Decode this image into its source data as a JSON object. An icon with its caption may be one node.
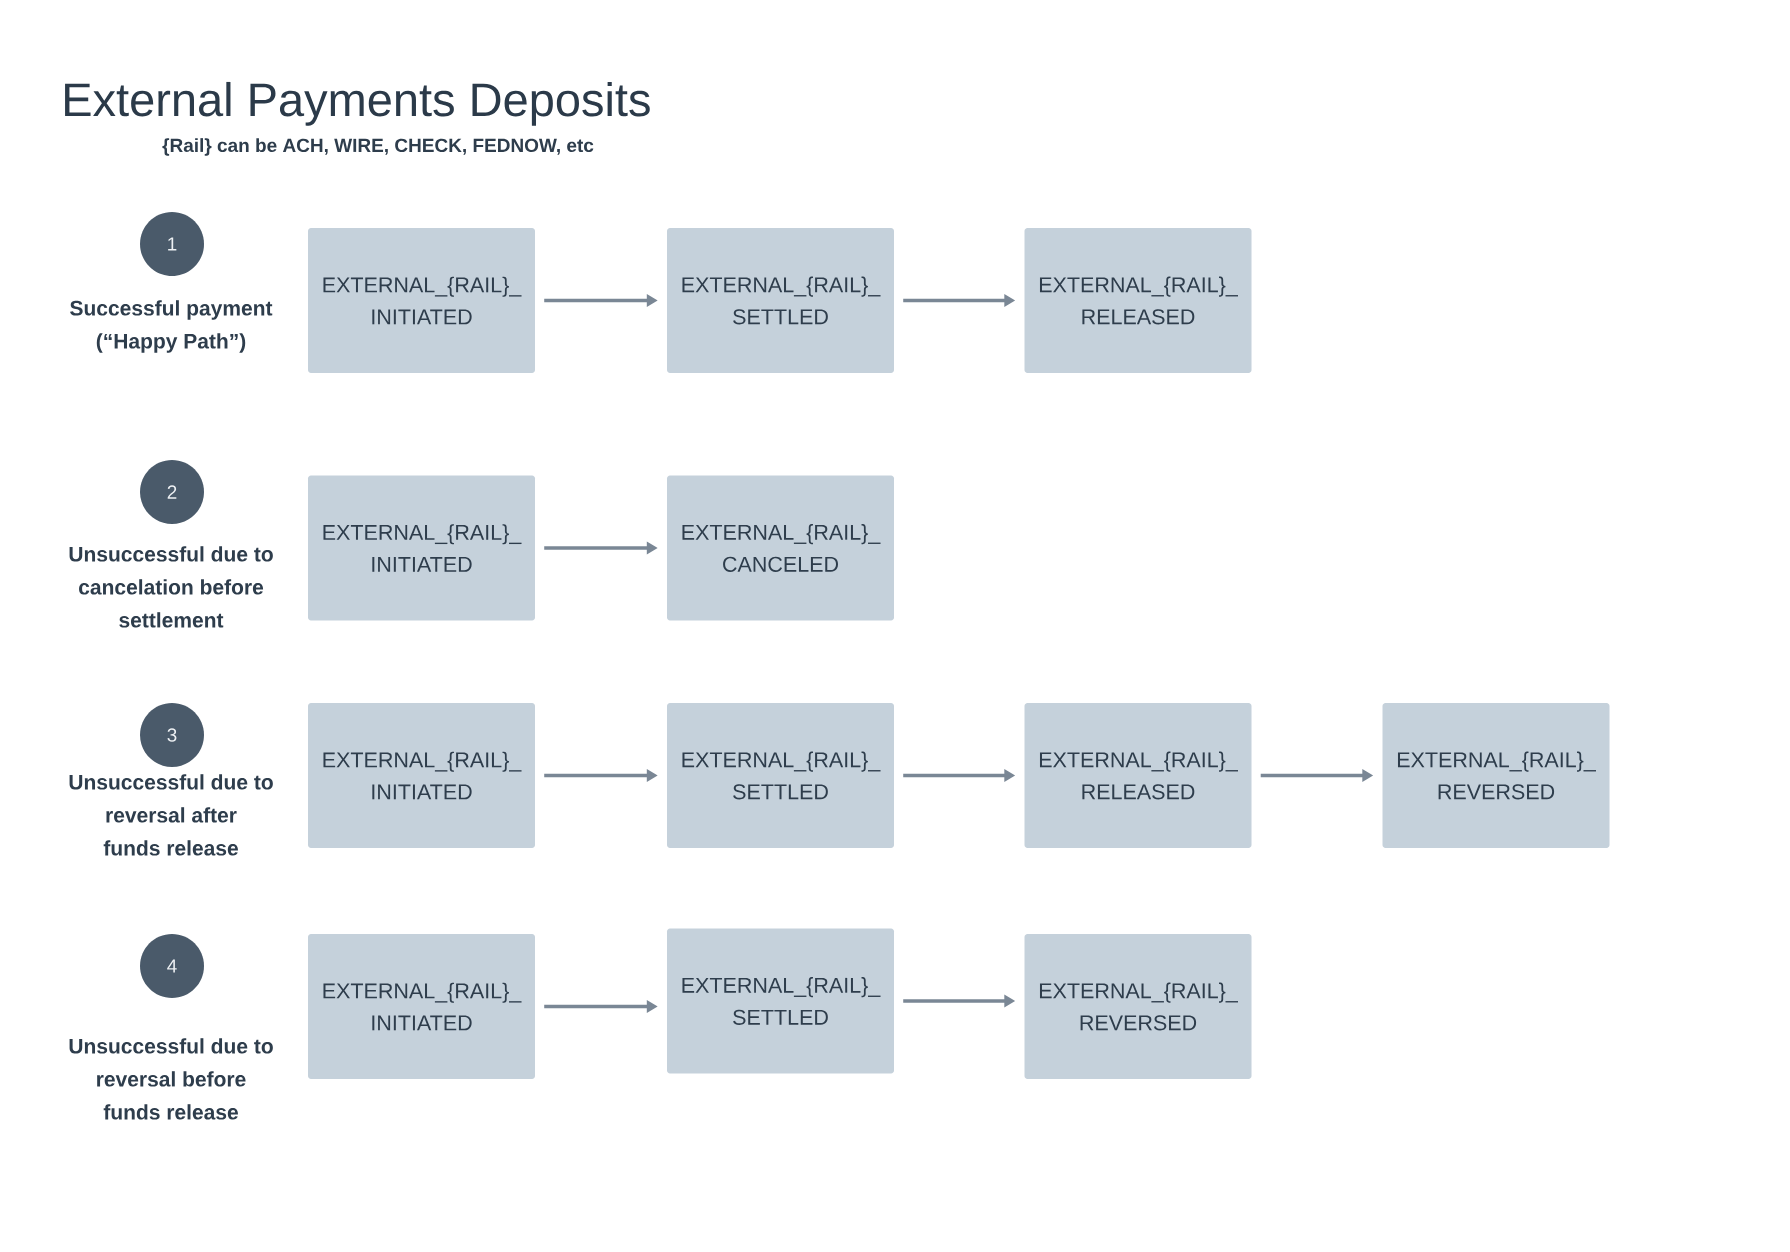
{
  "diagram": {
    "title": "External Payments Deposits",
    "nodes": [
      {
        "text": [
          "1"
        ],
        "beside": [
          "Successful payment (“Happy Path”)"
        ]
      },
      {
        "text": [
          "EXTERNAL_{RAIL}_ INITIATED"
        ]
      },
      {
        "text": [
          "EXTERNAL_{RAIL}_ SETTLED"
        ]
      },
      {
        "text": [
          "EXTERNAL_{RAIL}_ RELEASED"
        ]
      },
      {
        "text": [
          "2"
        ],
        "beside": [
          "Unsuccessful due to cancelation before settlement"
        ]
      },
      {
        "text": [
          "EXTERNAL_{RAIL}_ INITIATED"
        ]
      },
      {
        "text": [
          "EXTERNAL_{RAIL}_ CANCELED"
        ]
      },
      {
        "text": [
          "3"
        ],
        "beside": [
          "Unsuccessful due to reversal after funds release"
        ]
      },
      {
        "text": [
          "EXTERNAL_{RAIL}_ INITIATED"
        ]
      },
      {
        "text": [
          "EXTERNAL_{RAIL}_ SETTLED"
        ]
      },
      {
        "text": [
          "EXTERNAL_{RAIL}_ RELEASED"
        ]
      },
      {
        "text": [
          "EXTERNAL_{RAIL}_ REVERSED"
        ]
      },
      {
        "text": [
          "4"
        ],
        "beside": [
          "Unsuccessful due to reversal before funds release"
        ]
      },
      {
        "text": [
          "EXTERNAL_{RAIL}_ INITIATED"
        ]
      },
      {
        "text": [
          "EXTERNAL_{RAIL}_ SETTLED"
        ]
      },
      {
        "text": [
          "EXTERNAL_{RAIL}_ REVERSED"
        ]
      }
    ],
    "edges": [
      {
        "from": 1,
        "to": 2,
        "arrow": "to"
      },
      {
        "from": 2,
        "to": 3,
        "arrow": "to"
      },
      {
        "from": 5,
        "to": 6,
        "arrow": "to"
      },
      {
        "from": 8,
        "to": 9,
        "arrow": "to"
      },
      {
        "from": 9,
        "to": 10,
        "arrow": "to"
      },
      {
        "from": 10,
        "to": 11,
        "arrow": "to"
      },
      {
        "from": 13,
        "to": 14,
        "arrow": "to"
      },
      {
        "from": 14,
        "to": 15,
        "arrow": "to"
      }
    ],
    "labels": [
      "{Rail} can be ACH, WIRE, CHECK, FEDNOW, etc"
    ]
  }
}
